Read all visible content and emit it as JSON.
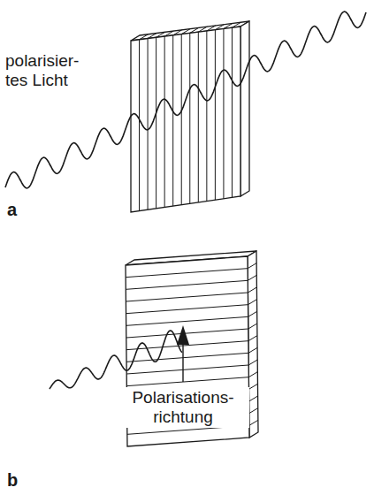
{
  "diagram": {
    "labels": [
      "polarisier- tes Licht",
      "a",
      "Polarisations- richtung",
      "b"
    ]
  }
}
